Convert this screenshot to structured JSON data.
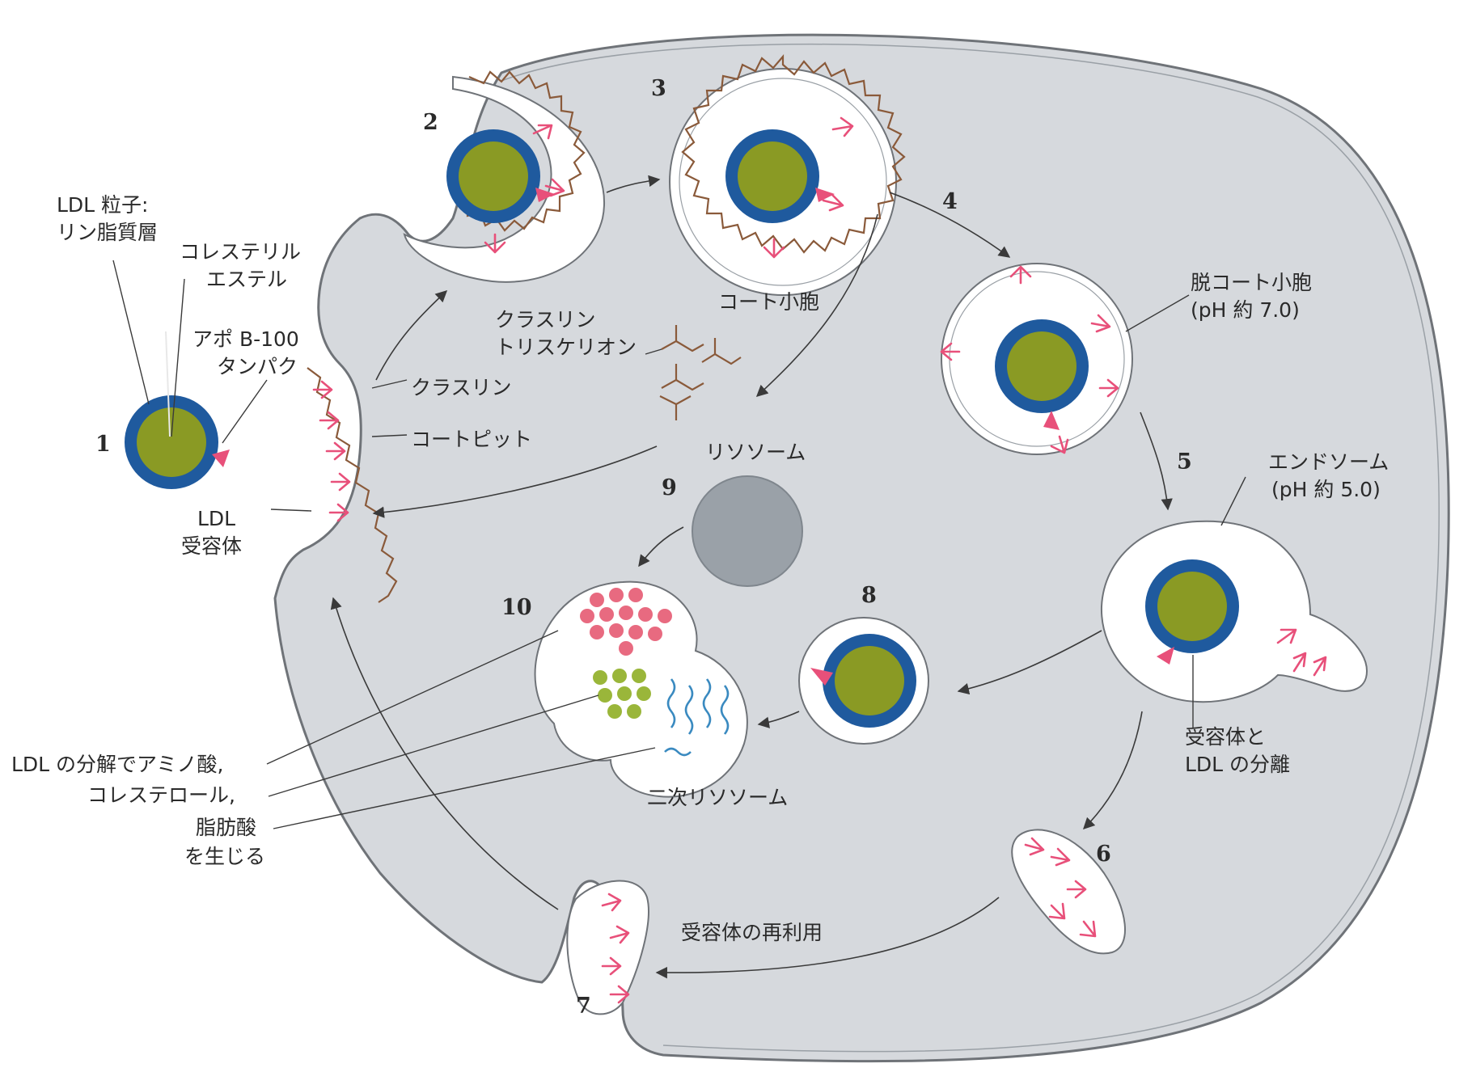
{
  "steps": [
    "1",
    "2",
    "3",
    "4",
    "5",
    "6",
    "7",
    "8",
    "9",
    "10"
  ],
  "labels": {
    "ldl_particle_1": "LDL 粒子:",
    "ldl_particle_2": "リン脂質層",
    "cholesteryl_1": "コレステリル",
    "cholesteryl_2": "エステル",
    "apo_1": "アポ B-100",
    "apo_2": "タンパク",
    "clathrin": "クラスリン",
    "coated_pit": "コートピット",
    "ldl_receptor_1": "LDL",
    "ldl_receptor_2": "受容体",
    "triskelion_1": "クラスリン",
    "triskelion_2": "トリスケリオン",
    "coated_vesicle": "コート小胞",
    "uncoated_1": "脱コート小胞",
    "uncoated_2": "(pH 約 7.0)",
    "lysosome": "リソソーム",
    "endosome_1": "エンドソーム",
    "endosome_2": "(pH 約 5.0)",
    "separation_1": "受容体と",
    "separation_2": "LDL の分離",
    "secondary_lysosome": "二次リソソーム",
    "products_1": "LDL の分解でアミノ酸,",
    "products_2": "コレステロール,",
    "products_3": "脂肪酸",
    "products_4": "を生じる",
    "recycling": "受容体の再利用"
  },
  "colors": {
    "cell_fill": "#d6d9dd",
    "membrane": "#6f7378",
    "ldl_shell": "#1f5a9e",
    "ldl_core": "#8a9a24",
    "receptor": "#e8507a",
    "clathrin": "#8a5a3a",
    "lysosome": "#9aa1a8",
    "amino_acid": "#e86a80",
    "cholesterol": "#9ab63a",
    "fatty_acid": "#3a8ac0"
  }
}
